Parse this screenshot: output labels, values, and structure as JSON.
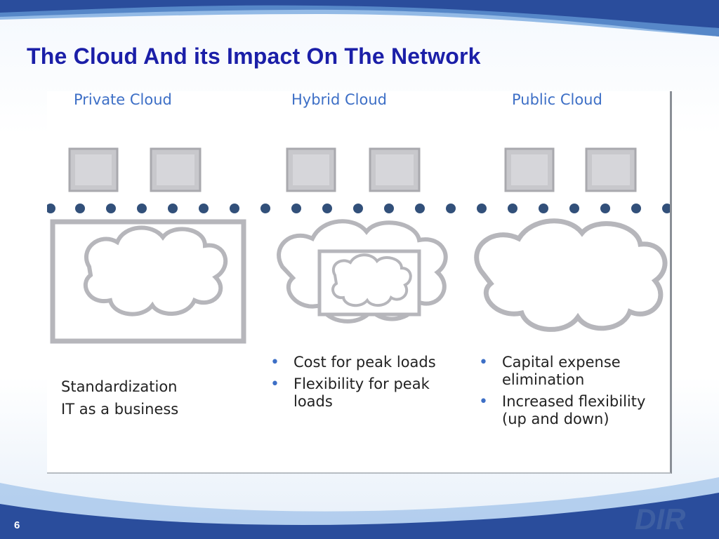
{
  "slide": {
    "title": "The Cloud And its Impact On The Network",
    "page_number": "6",
    "colors": {
      "title": "#1b1fa8",
      "accent": "#3d6fc6",
      "wave": "#2a4d9c"
    }
  },
  "diagram": {
    "columns": [
      {
        "key": "private",
        "title": "Private Cloud"
      },
      {
        "key": "hybrid",
        "title": "Hybrid Cloud"
      },
      {
        "key": "public",
        "title": "Public Cloud"
      }
    ],
    "private_lines": [
      "Standardization",
      "IT as a business"
    ],
    "hybrid_bullets": [
      "Cost for peak loads",
      "Flexibility for peak loads"
    ],
    "public_bullets": [
      "Capital expense elimination",
      "Increased flexibility (up and down)"
    ]
  },
  "logo": {
    "text": "DIR",
    "icon": "dir-logo"
  }
}
